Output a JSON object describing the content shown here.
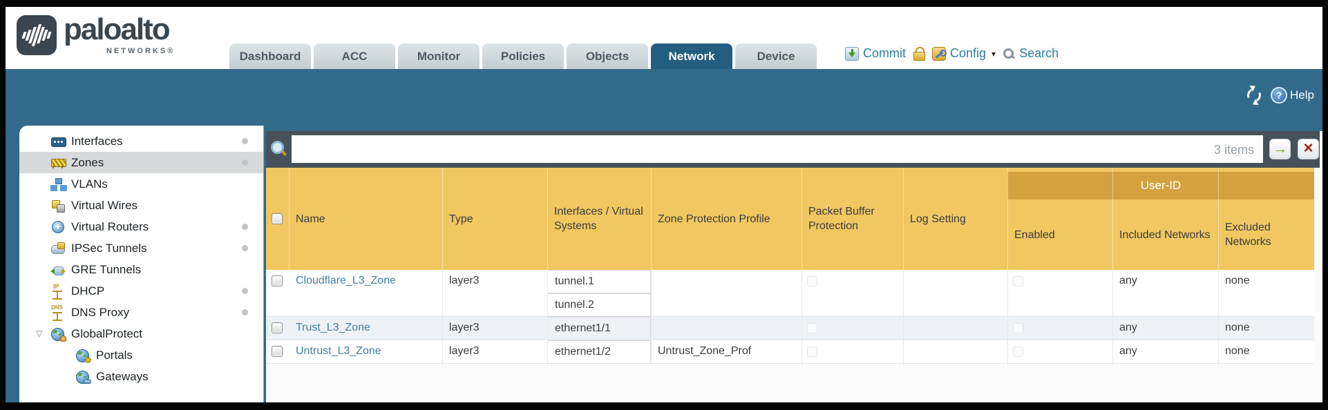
{
  "brand": {
    "name": "paloalto",
    "sub": "NETWORKS®"
  },
  "nav_tabs": [
    {
      "label": "Dashboard",
      "active": false
    },
    {
      "label": "ACC",
      "active": false
    },
    {
      "label": "Monitor",
      "active": false
    },
    {
      "label": "Policies",
      "active": false
    },
    {
      "label": "Objects",
      "active": false
    },
    {
      "label": "Network",
      "active": true
    },
    {
      "label": "Device",
      "active": false
    }
  ],
  "header_actions": {
    "commit": "Commit",
    "config": "Config",
    "search": "Search"
  },
  "band_tools": {
    "help": "Help"
  },
  "filter_bar": {
    "value": "",
    "count_label": "3 items"
  },
  "sidebar": {
    "items": [
      {
        "label": "Interfaces",
        "icon": "interfaces",
        "dot": true
      },
      {
        "label": "Zones",
        "icon": "zones",
        "dot": true,
        "selected": true
      },
      {
        "label": "VLANs",
        "icon": "vlans"
      },
      {
        "label": "Virtual Wires",
        "icon": "vwires"
      },
      {
        "label": "Virtual Routers",
        "icon": "vrouters",
        "dot": true
      },
      {
        "label": "IPSec Tunnels",
        "icon": "ipsec",
        "dot": true
      },
      {
        "label": "GRE Tunnels",
        "icon": "gre"
      },
      {
        "label": "DHCP",
        "icon": "dhcp",
        "dot": true
      },
      {
        "label": "DNS Proxy",
        "icon": "dns",
        "dot": true
      },
      {
        "label": "GlobalProtect",
        "icon": "gp",
        "expander": "▽"
      },
      {
        "label": "Portals",
        "icon": "portals",
        "child": true
      },
      {
        "label": "Gateways",
        "icon": "gateways",
        "child": true
      }
    ]
  },
  "table": {
    "group_header": "User-ID",
    "columns": [
      {
        "key": "name",
        "label": "Name"
      },
      {
        "key": "type",
        "label": "Type"
      },
      {
        "key": "interfaces",
        "label": "Interfaces / Virtual Systems"
      },
      {
        "key": "zpp",
        "label": "Zone Protection Profile"
      },
      {
        "key": "pbp",
        "label": "Packet Buffer Protection"
      },
      {
        "key": "log",
        "label": "Log Setting"
      },
      {
        "key": "enabled",
        "label": "Enabled",
        "group": true
      },
      {
        "key": "included",
        "label": "Included Networks",
        "group": true
      },
      {
        "key": "excluded",
        "label": "Excluded Networks",
        "group": true
      }
    ],
    "rows": [
      {
        "name": "Cloudflare_L3_Zone",
        "type": "layer3",
        "interfaces": [
          "tunnel.1",
          "tunnel.2"
        ],
        "zone_protection_profile": "",
        "log_setting": "",
        "included_networks": "any",
        "excluded_networks": "none"
      },
      {
        "name": "Trust_L3_Zone",
        "type": "layer3",
        "interfaces": [
          "ethernet1/1"
        ],
        "zone_protection_profile": "",
        "log_setting": "",
        "included_networks": "any",
        "excluded_networks": "none"
      },
      {
        "name": "Untrust_L3_Zone",
        "type": "layer3",
        "interfaces": [
          "ethernet1/2"
        ],
        "zone_protection_profile": "Untrust_Zone_Prof",
        "log_setting": "",
        "included_networks": "any",
        "excluded_networks": "none"
      }
    ]
  },
  "colors": {
    "band_teal": "#326a8c",
    "active_tab": "#235e81",
    "header_gold": "#f1c761",
    "group_band_gold": "#d3a23e",
    "toolbar_slate": "#475159",
    "link_blue": "#3f81a2",
    "action_blue": "#2e7ca6"
  }
}
